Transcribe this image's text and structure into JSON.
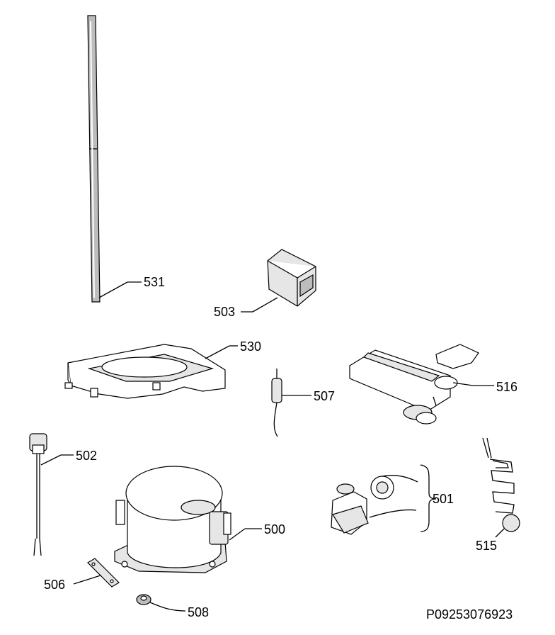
{
  "diagram": {
    "labels": {
      "l531": "531",
      "l503": "503",
      "l530": "530",
      "l507": "507",
      "l516": "516",
      "l502": "502",
      "l501": "501",
      "l500": "500",
      "l515": "515",
      "l506": "506",
      "l508": "508"
    },
    "reference_code": "P09253076923"
  }
}
